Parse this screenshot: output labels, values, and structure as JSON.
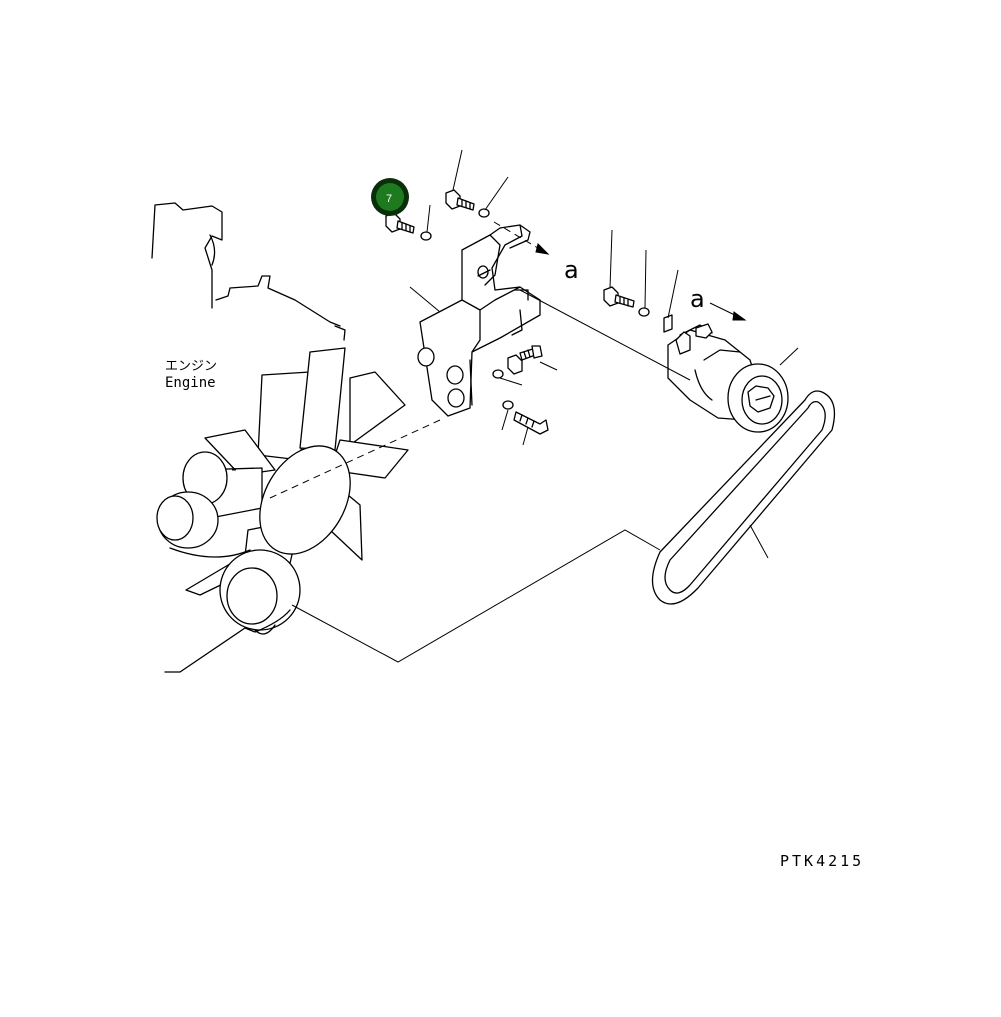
{
  "labels": {
    "engine_ja": "エンジン",
    "engine_en": "Engine",
    "view_a_1": "a",
    "view_a_2": "a",
    "drawing_code": "PTK4215"
  },
  "callouts": [
    {
      "number": "7",
      "color": "#1e7a1e",
      "ring": "#0b2e0b"
    }
  ],
  "parts": {
    "fan": "fan-icon",
    "bracket": "bracket-icon",
    "compressor": "compressor-icon",
    "belt": "v-belt-icon",
    "bolts": "bolt-icon",
    "washers": "washer-icon"
  }
}
